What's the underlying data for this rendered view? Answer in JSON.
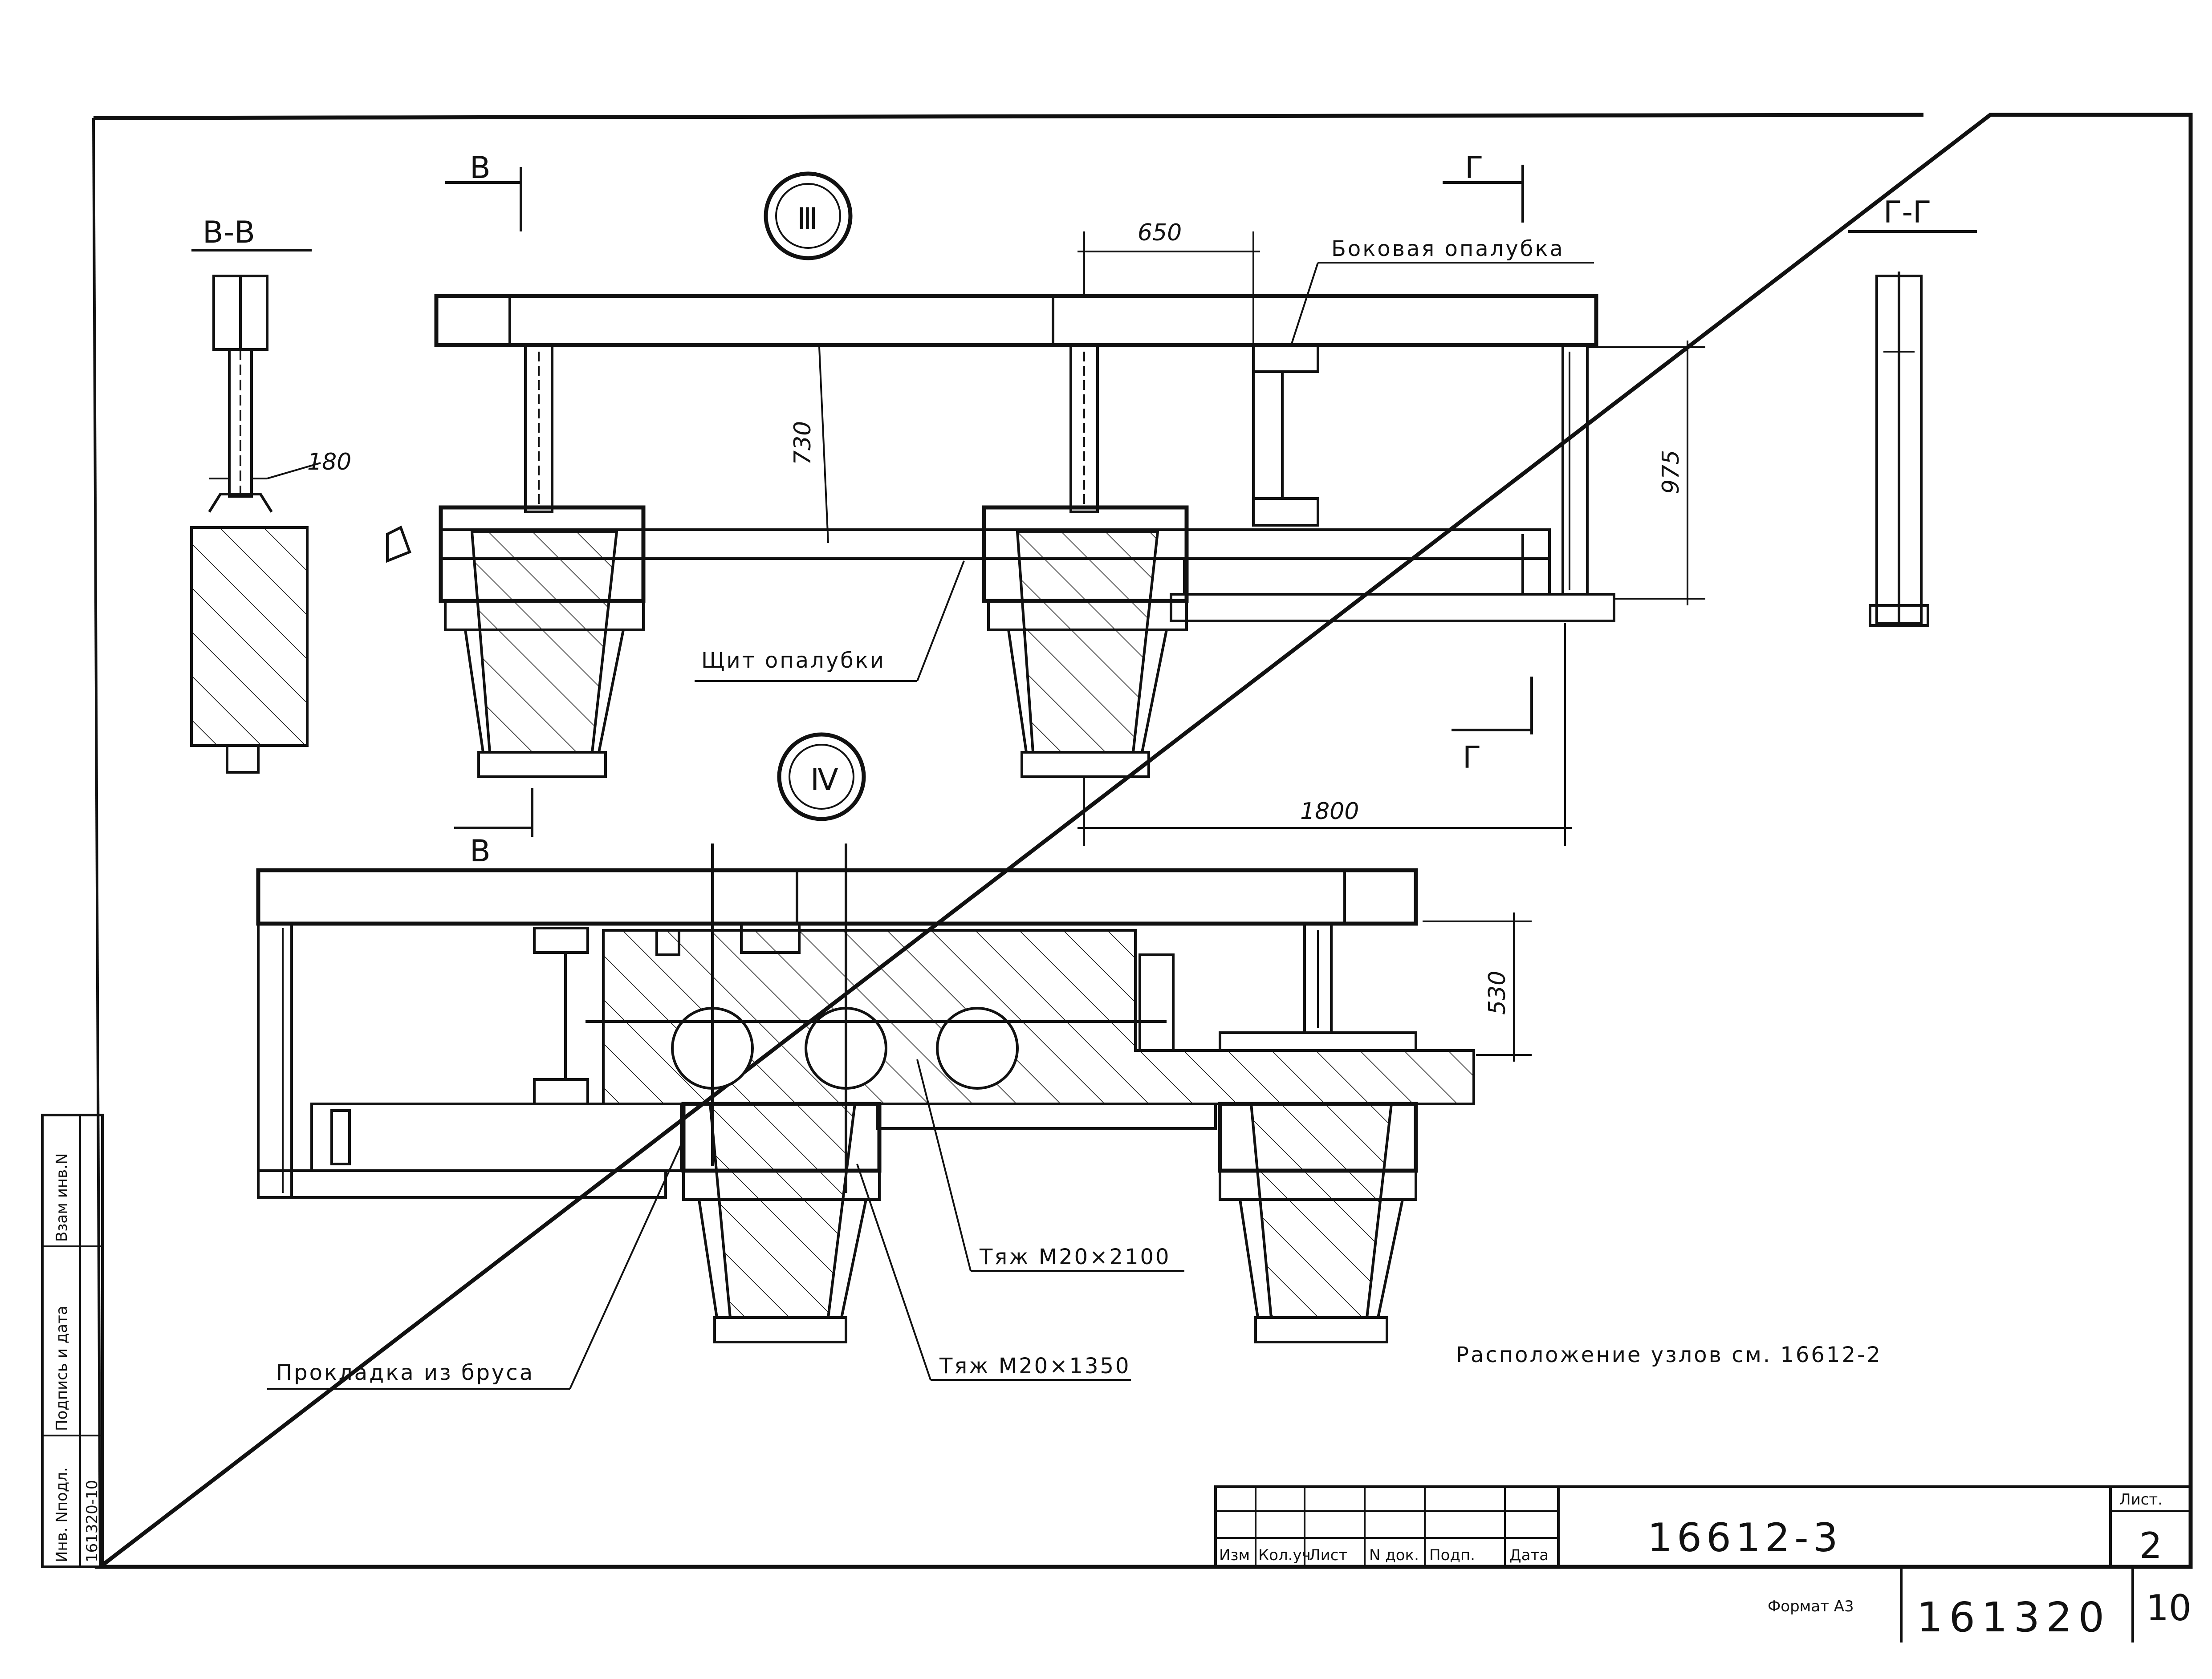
{
  "sections": {
    "vv_title": "В-В",
    "gg_title": "Г-Г",
    "cut_v": "В",
    "cut_g": "Г",
    "node_iii": "Ⅲ",
    "node_iv": "Ⅳ"
  },
  "dimensions": {
    "d180": "180",
    "d650": "650",
    "d730": "730",
    "d975": "975",
    "d1800": "1800",
    "d530": "530"
  },
  "labels": {
    "side_formwork": "Боковая опалубка",
    "formwork_panel": "Щит опалубки",
    "tie_2100": "Тяж М20×2100",
    "tie_1350": "Тяж М20×1350",
    "timber_spacer": "Прокладка из бруса",
    "note": "Расположение узлов см. 16612-2"
  },
  "title_block": {
    "headers": [
      "Изм",
      "Кол.уч",
      "Лист",
      "N док.",
      "Подп.",
      "Дата"
    ],
    "doc_code": "16612-3",
    "sheet_label": "Лист.",
    "sheet_number": "2"
  },
  "side_stamp": {
    "labels": [
      "Взам инв.N",
      "Подпись и дата",
      "Инв. Nподл."
    ],
    "inv_number": "161320-10"
  },
  "footer": {
    "format": "Формат А3",
    "archive_number": "161320",
    "page": "10"
  }
}
